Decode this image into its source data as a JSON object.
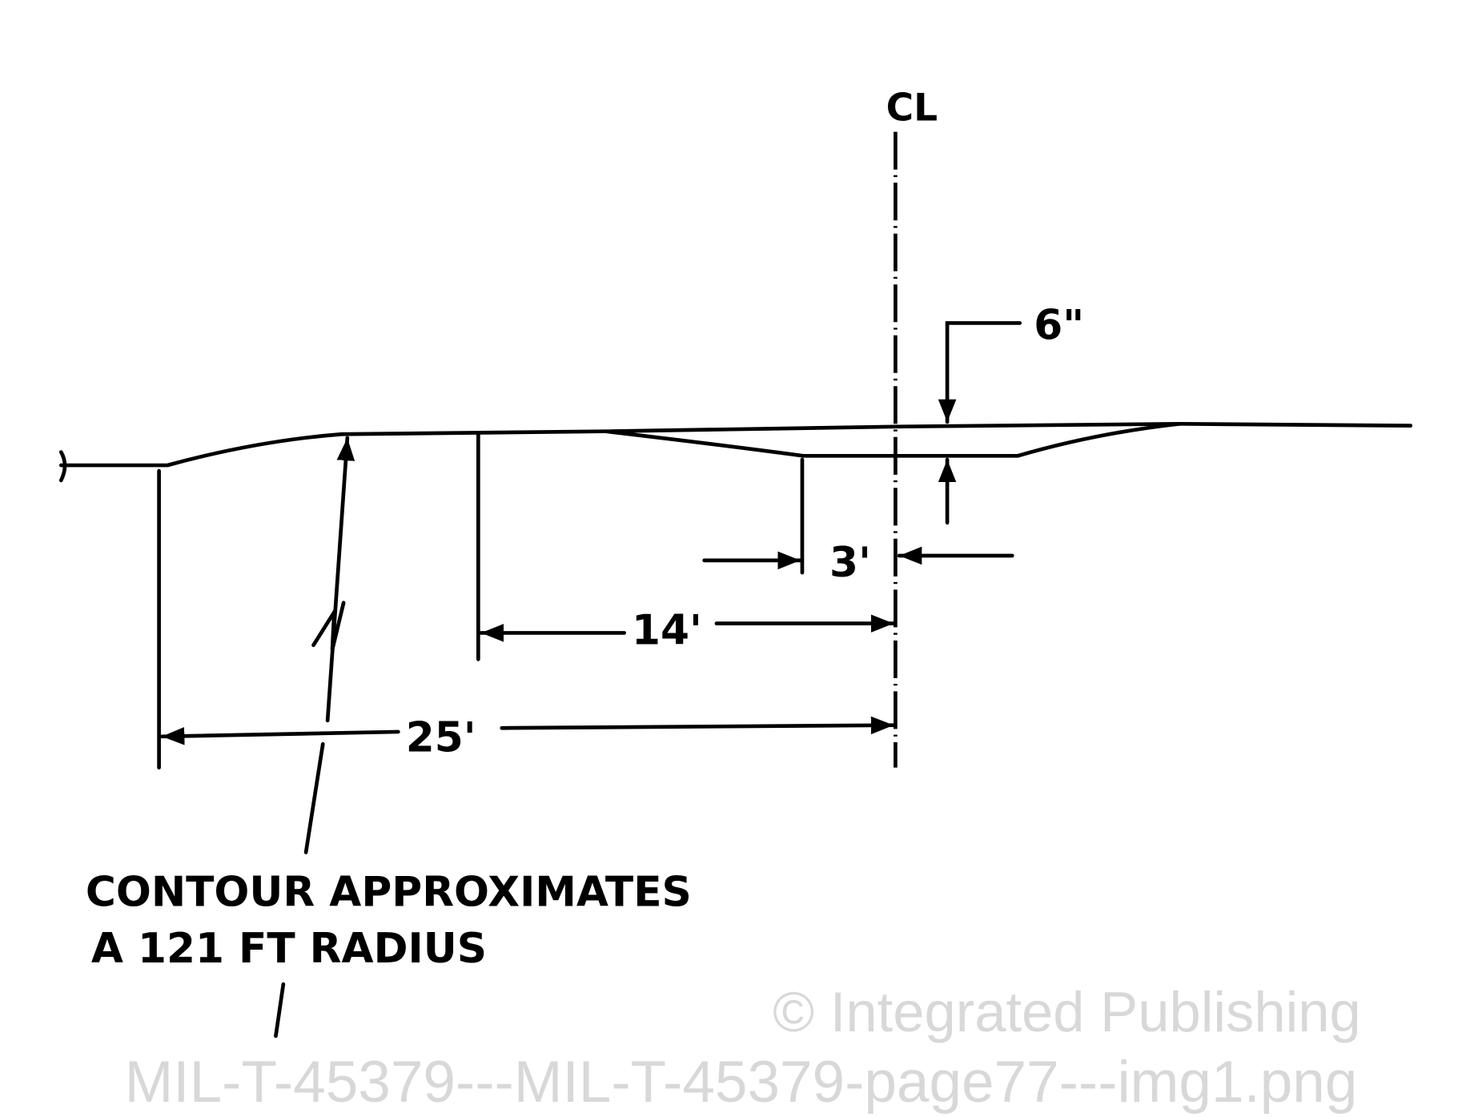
{
  "centerline_label": "CL",
  "dimensions": {
    "crown_depth": "6\"",
    "inner_offset": "3'",
    "middle_width": "14'",
    "half_width": "25'"
  },
  "note": {
    "line1": "CONTOUR APPROXIMATES",
    "line2": "A 121 FT RADIUS"
  },
  "watermark": {
    "line1": "© Integrated Publishing",
    "line2": "MIL-T-45379---MIL-T-45379-page77---img1.png"
  }
}
